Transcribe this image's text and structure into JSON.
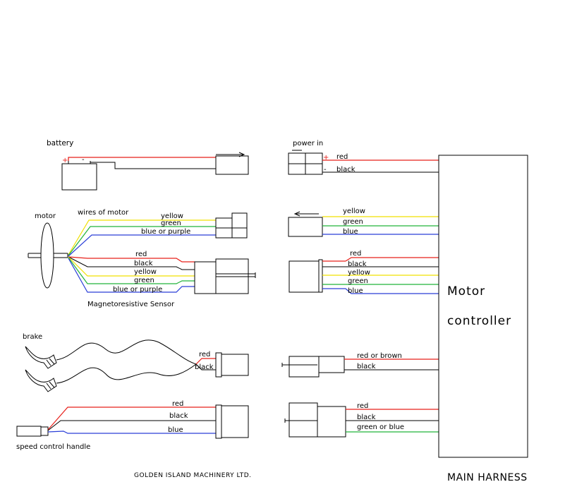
{
  "sections": {
    "battery": "battery",
    "power_in": "power in",
    "motor": "motor",
    "wires_of_motor": "wires of motor",
    "sensor": "Magnetoresistive Sensor",
    "brake": "brake",
    "speed_handle": "speed control handle"
  },
  "battery_terminals": {
    "plus": "+",
    "minus": "-"
  },
  "power_in_terminals": {
    "plus": "+",
    "minus": "-"
  },
  "wires": {
    "power": [
      "red",
      "black"
    ],
    "motor": [
      "yellow",
      "green",
      "blue or purple"
    ],
    "sensor": [
      "red",
      "black",
      "yellow",
      "green",
      "blue or purple"
    ],
    "brake": [
      "red",
      "black"
    ],
    "handle": [
      "red",
      "black",
      "blue"
    ]
  },
  "controller_wires": {
    "power": [
      "red",
      "black"
    ],
    "motor": [
      "yellow",
      "green",
      "blue"
    ],
    "sensor": [
      "red",
      "black",
      "yellow",
      "green",
      "blue"
    ],
    "brake": [
      "red or brown",
      "black"
    ],
    "handle": [
      "red",
      "black",
      "green or blue"
    ]
  },
  "controller": {
    "line1": "Motor",
    "line2": "controller"
  },
  "footer": {
    "company": "GOLDEN ISLAND MACHINERY LTD.",
    "title": "MAIN HARNESS"
  },
  "colors": {
    "red": "#e8201a",
    "black": "#000000",
    "yellow": "#f0e000",
    "green": "#22b33a",
    "blue": "#2a3fd8"
  }
}
